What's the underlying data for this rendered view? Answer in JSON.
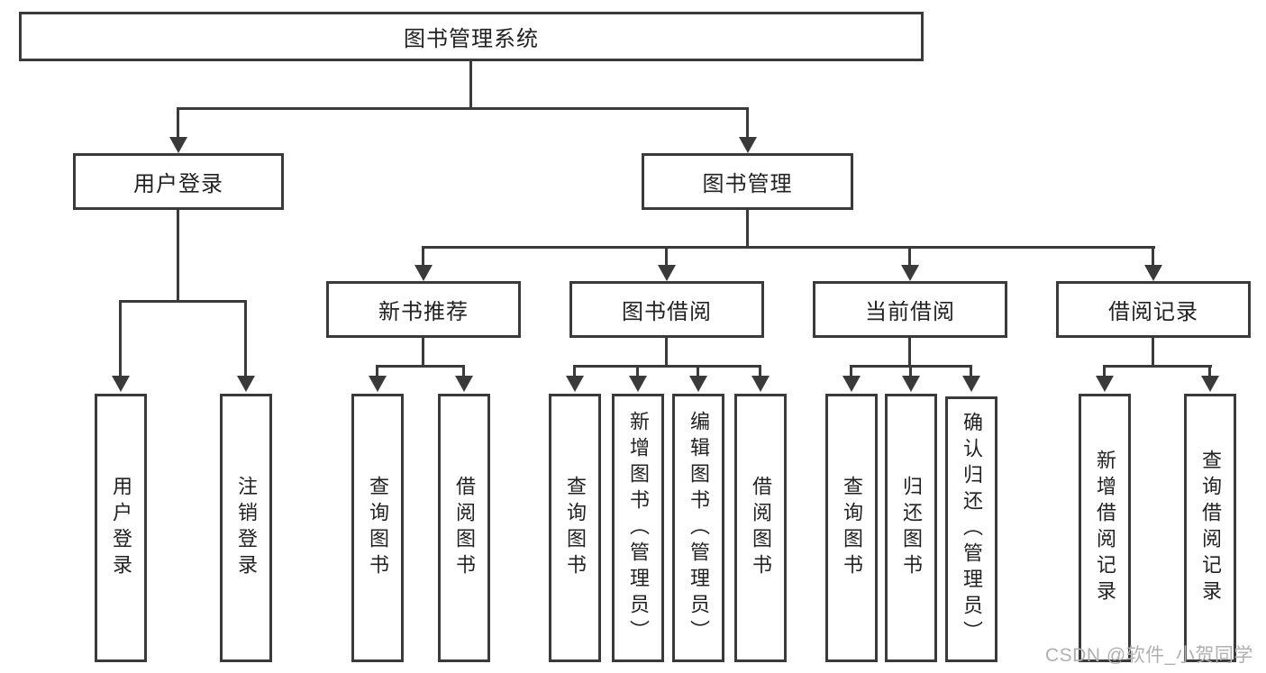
{
  "diagram": {
    "root": "图书管理系统",
    "user_login": {
      "label": "用户登录",
      "children": [
        "用户登录",
        "注销登录"
      ]
    },
    "book_mgmt": {
      "label": "图书管理",
      "sections": {
        "new_book": {
          "label": "新书推荐",
          "children": [
            "查询图书",
            "借阅图书"
          ]
        },
        "book_borrow": {
          "label": "图书借阅",
          "children": [
            "查询图书",
            "新增图书（管理员）",
            "编辑图书（管理员）",
            "借阅图书"
          ]
        },
        "current_borrow": {
          "label": "当前借阅",
          "children": [
            "查询图书",
            "归还图书",
            "确认归还（管理员）"
          ]
        },
        "borrow_records": {
          "label": "借阅记录",
          "children": [
            "新增借阅记录",
            "查询借阅记录"
          ]
        }
      }
    }
  },
  "watermark": "CSDN @软件_小贺同学",
  "colors": {
    "line": "#3a3a3a",
    "text": "#222222",
    "watermark": "#b0b0b0",
    "background": "#ffffff"
  }
}
